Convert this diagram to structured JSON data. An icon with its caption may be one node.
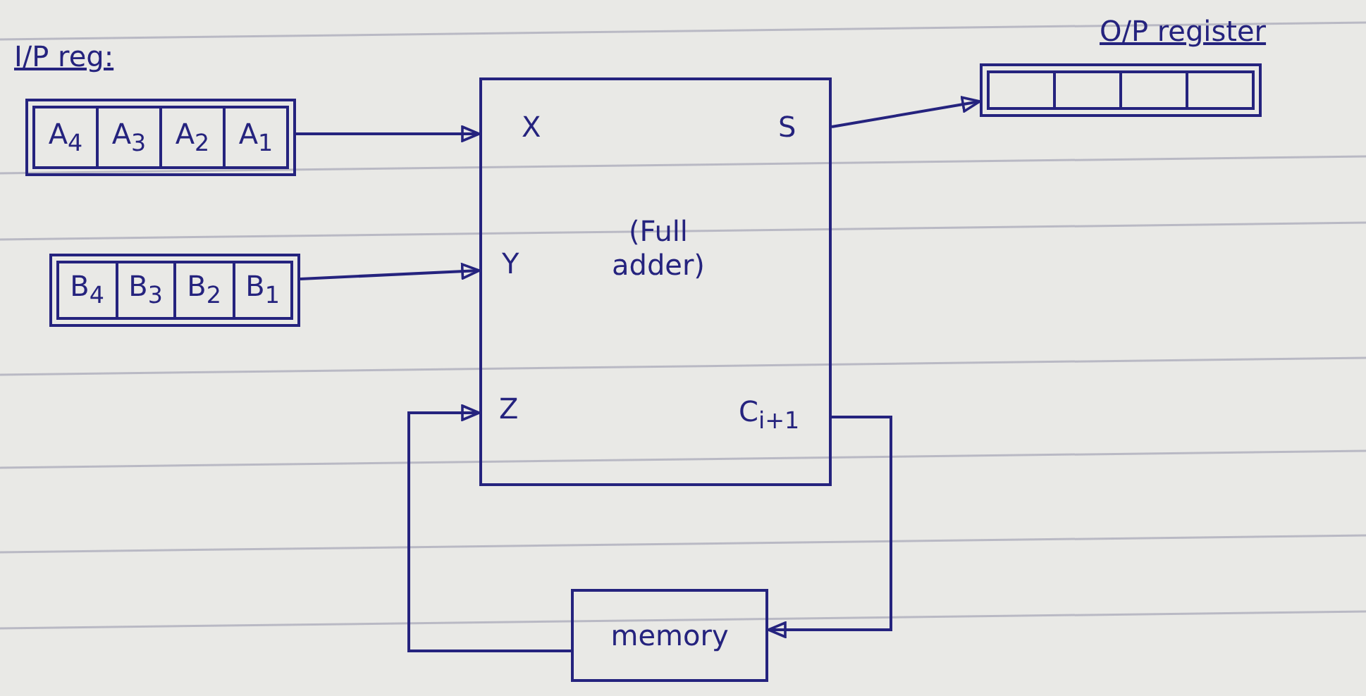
{
  "diagram": {
    "nodes": [
      {
        "text": [],
        "shape": "box"
      },
      {
        "text": [
          "A$_{4}$"
        ],
        "in": 0
      },
      {
        "text": [
          "A$_{3}$"
        ],
        "in": 0
      },
      {
        "text": [
          "A$_{2}$"
        ],
        "in": 0
      },
      {
        "text": [
          "A$_{1}$"
        ],
        "in": 0
      },
      {
        "text": [],
        "shape": "box"
      },
      {
        "text": [
          "B$_{4}$"
        ],
        "in": 5
      },
      {
        "text": [
          "B$_{3}$"
        ],
        "in": 5
      },
      {
        "text": [
          "B$_{2}$"
        ],
        "in": 5
      },
      {
        "text": [
          "B$_{1}$"
        ],
        "in": 5
      },
      {
        "text": [
          "X",
          "Y",
          "Z",
          "S",
          "C$_{i+1}$",
          "(Full adder)"
        ]
      },
      {
        "text": [],
        "shape": "box"
      },
      {
        "text": [],
        "shape": "box",
        "in": 11
      },
      {
        "text": [],
        "shape": "box",
        "in": 11
      },
      {
        "text": [],
        "shape": "box",
        "in": 11
      },
      {
        "text": [],
        "shape": "box",
        "in": 11
      },
      {
        "text": [
          "memory"
        ]
      }
    ],
    "edges": [
      {
        "from": 0,
        "to": 10,
        "arrow": "to"
      },
      {
        "from": 5,
        "to": 10,
        "arrow": "to"
      },
      {
        "from": 10,
        "to": 11,
        "arrow": "to"
      },
      {
        "from": 10,
        "to": 16,
        "arrow": "to"
      },
      {
        "from": 16,
        "to": 10,
        "arrow": "to"
      }
    ],
    "labels": [
      "I/P reg:",
      "O/P register"
    ]
  }
}
